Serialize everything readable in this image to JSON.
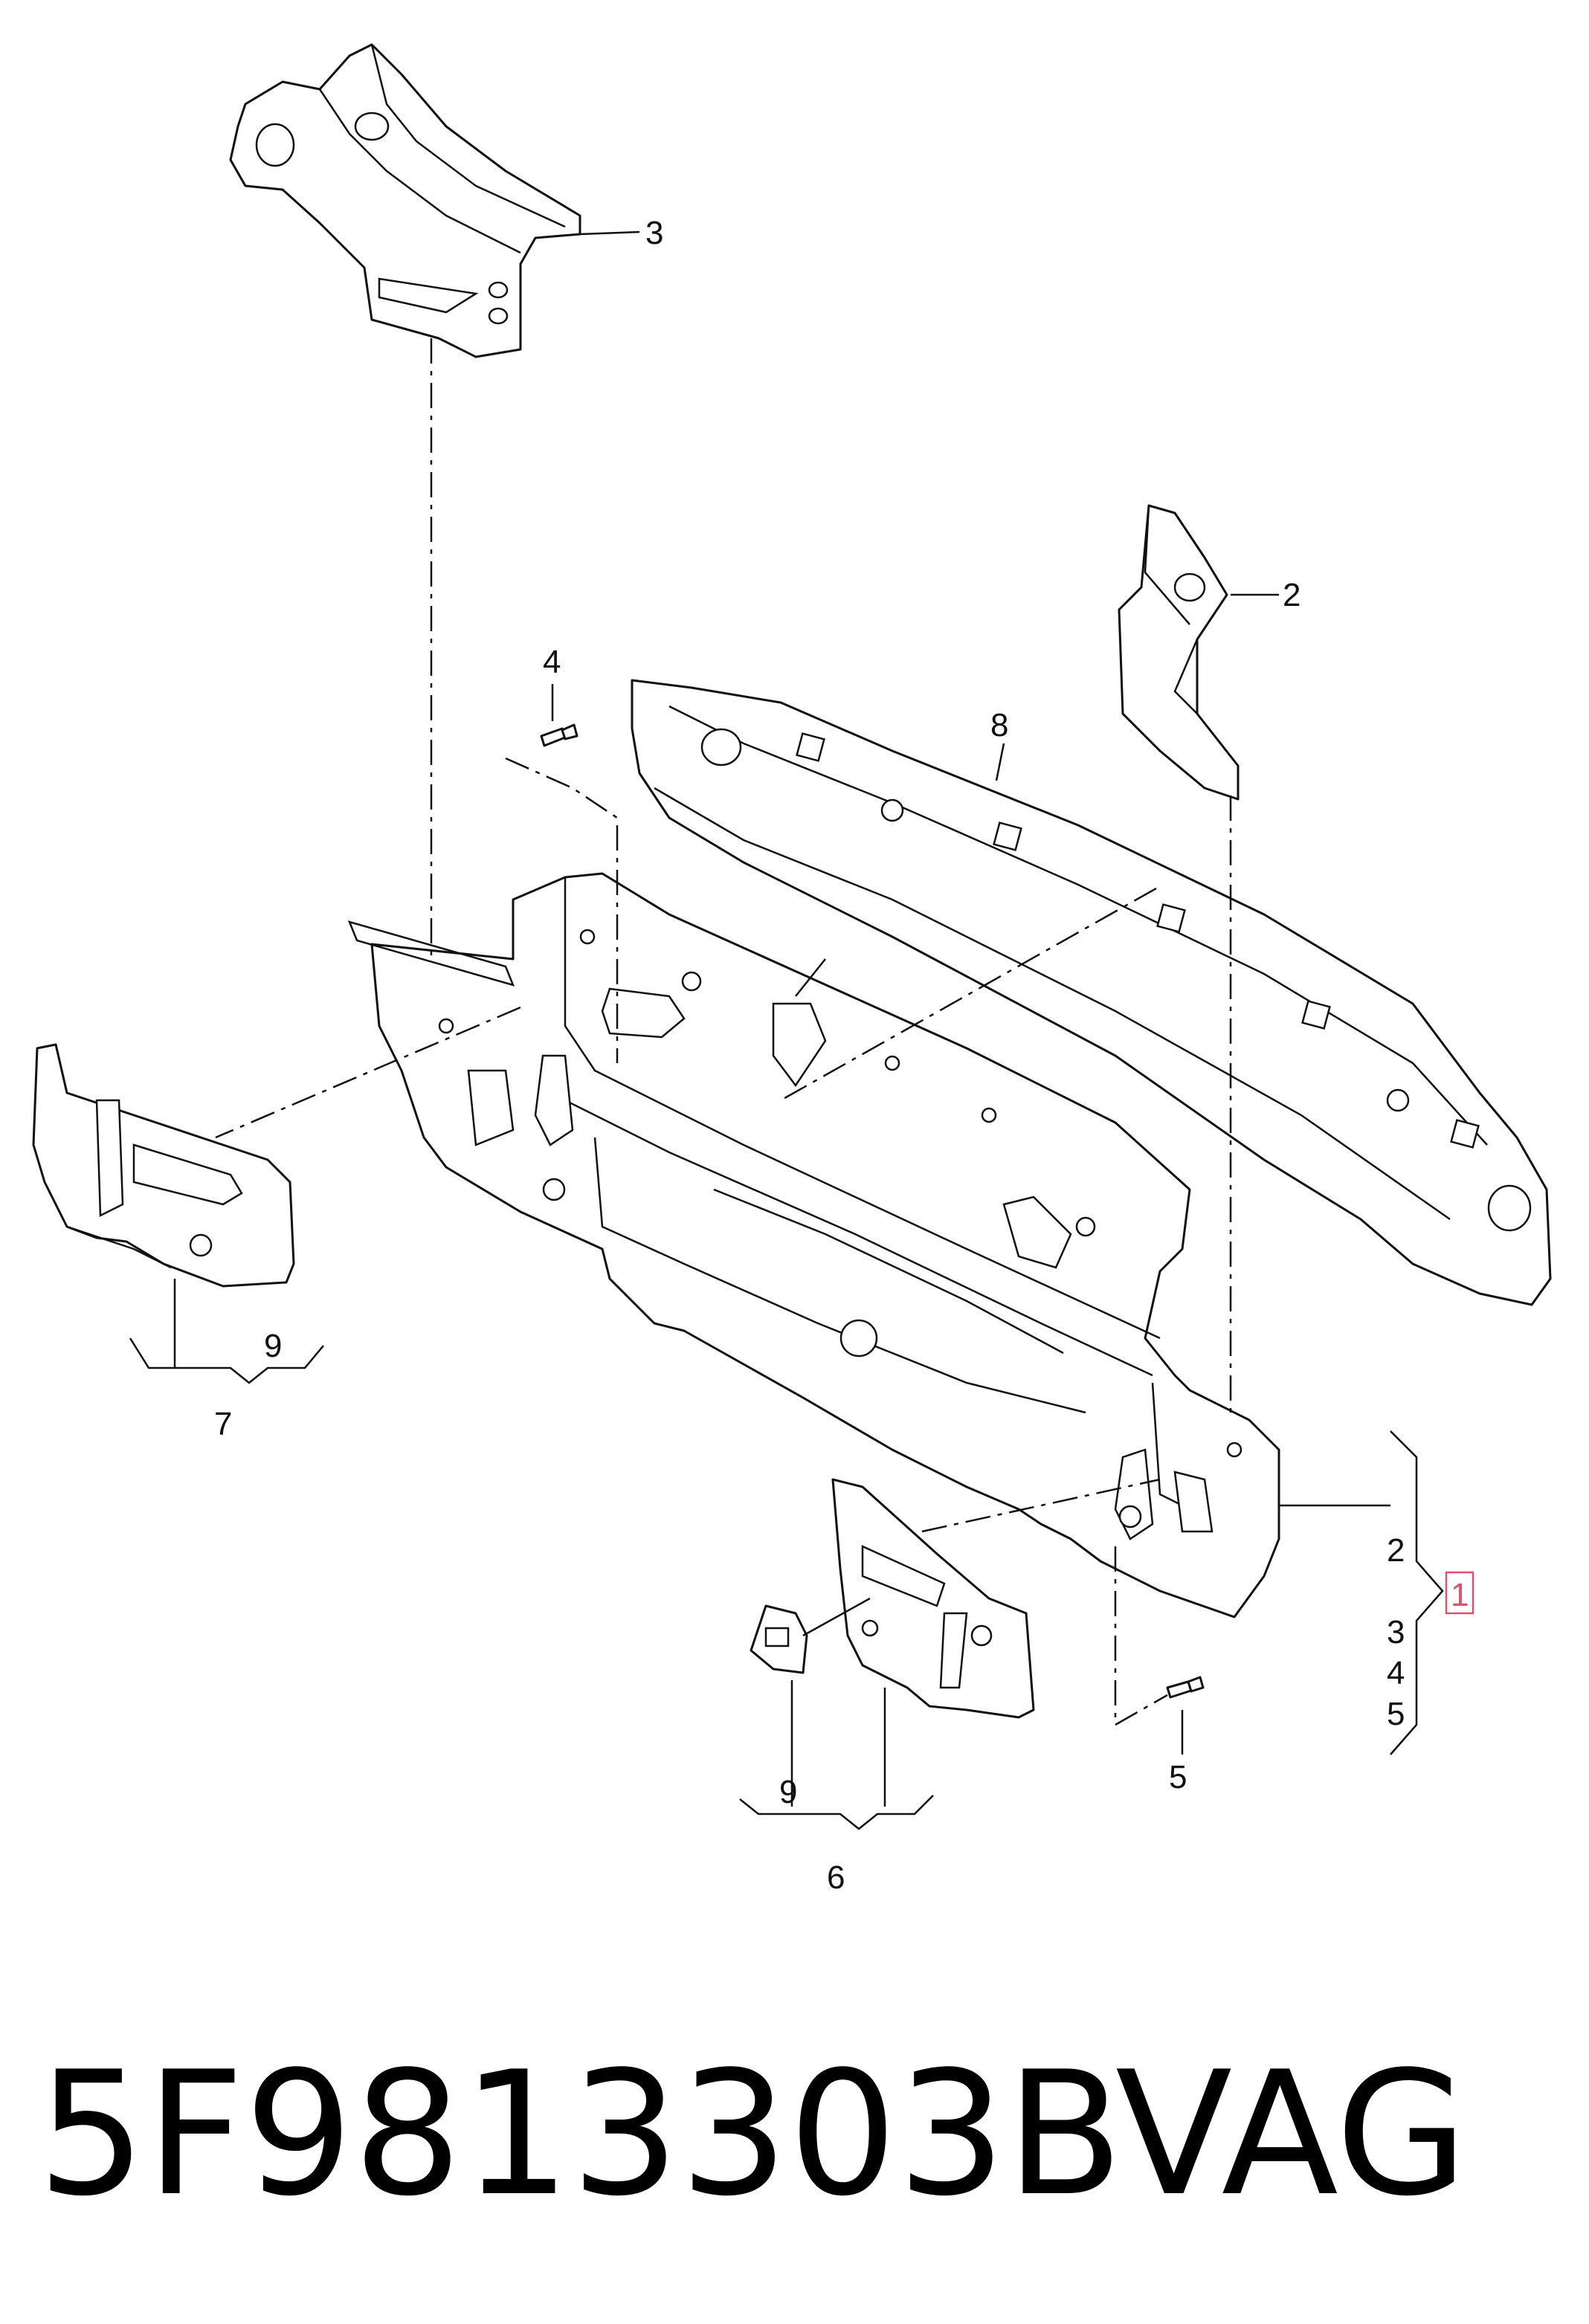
{
  "callouts": {
    "c3_top": "3",
    "c2_top": "2",
    "c4": "4",
    "c8": "8",
    "c9_left": "9",
    "c7": "7",
    "c1": "1",
    "c2_list": "2",
    "c3_list": "3",
    "c4_list": "4",
    "c5_list": "5",
    "c5_bottom": "5",
    "c9_bottom": "9",
    "c6": "6"
  },
  "footer": {
    "part_number": "5F9813303B",
    "brand": "VAG"
  },
  "colors": {
    "line": "#111111",
    "highlight": "#e0506a",
    "background": "#ffffff"
  }
}
